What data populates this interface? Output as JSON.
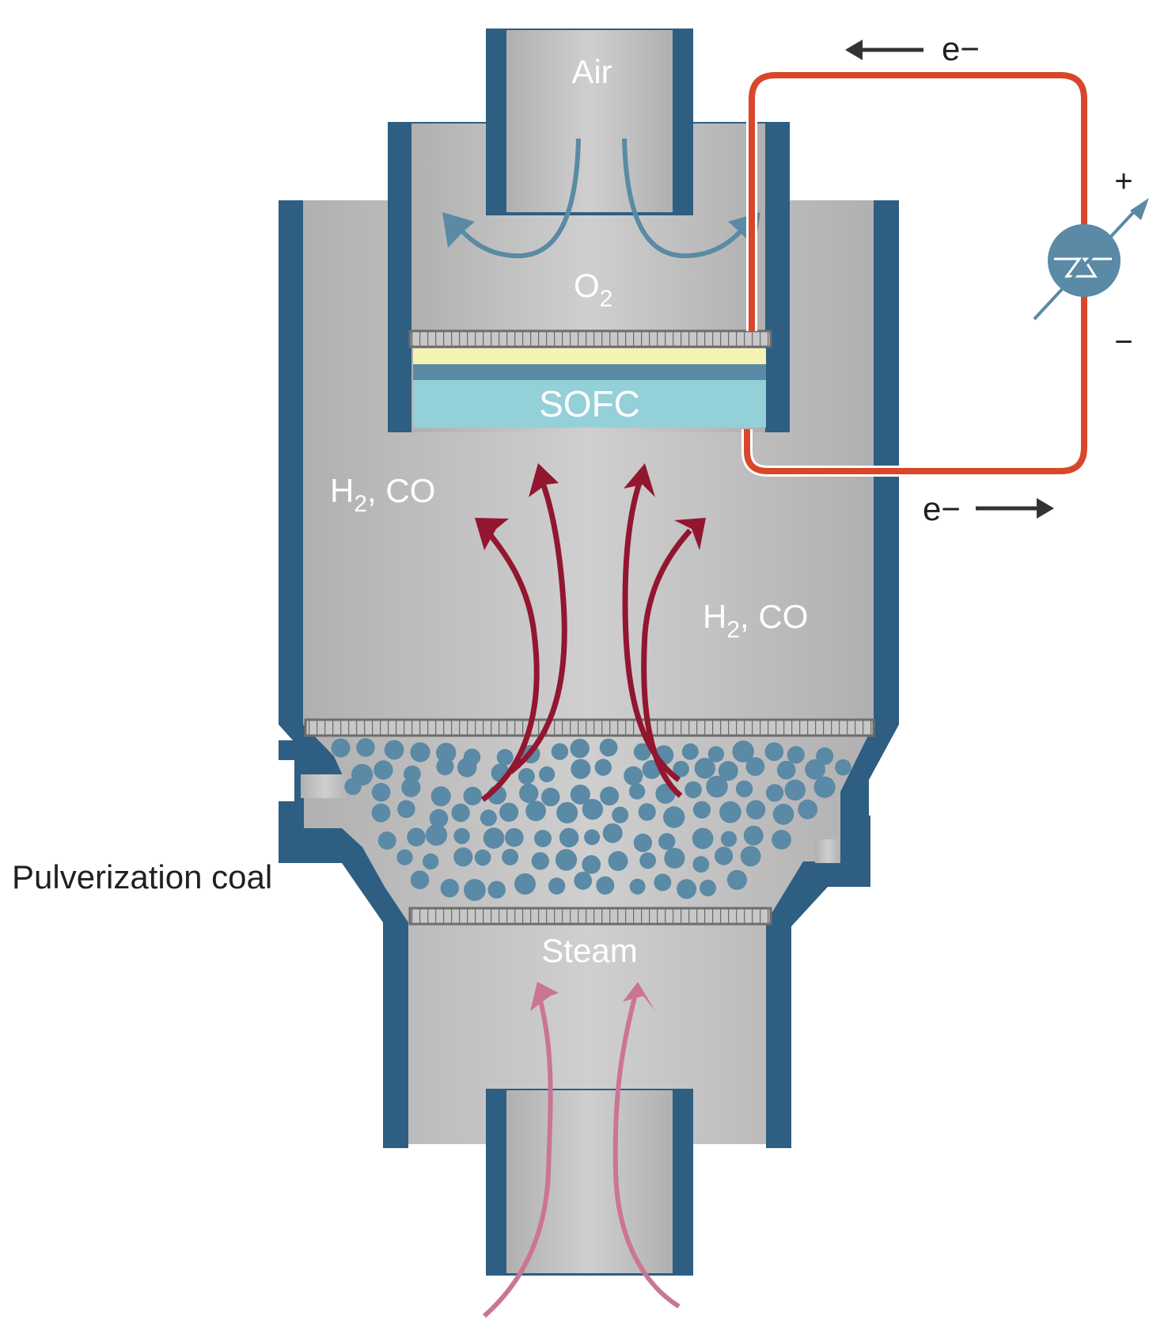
{
  "diagram": {
    "title": "Coal gasification with solid oxide fuel cell (SOFC)",
    "labels": {
      "air": "Air",
      "o2_main": "O",
      "o2_sub": "2",
      "sofc": "SOFC",
      "h2co_left_main": "H",
      "h2co_left_sub": "2",
      "h2co_left_rest": ", CO",
      "h2co_right_main": "H",
      "h2co_right_sub": "2",
      "h2co_right_rest": ", CO",
      "steam": "Steam",
      "coal_feed": "Pulverization coal",
      "electron_top": "e−",
      "electron_bottom": "e−",
      "plus": "+",
      "minus": "−"
    },
    "flows": [
      {
        "name": "air-inflow",
        "medium": "Air",
        "direction": "down"
      },
      {
        "name": "o2-distribution",
        "medium": "O2",
        "direction": "outward"
      },
      {
        "name": "syngas-flow",
        "medium": "H2, CO",
        "direction": "up"
      },
      {
        "name": "steam-inflow",
        "medium": "Steam",
        "direction": "up"
      },
      {
        "name": "electron-flow-top",
        "medium": "e-",
        "direction": "left"
      },
      {
        "name": "electron-flow-bottom",
        "medium": "e-",
        "direction": "right"
      }
    ],
    "components": [
      "air inlet pipe",
      "cathode chamber",
      "SOFC stack",
      "gasifier chamber",
      "coal bed",
      "steam inlet pipe",
      "external circuit",
      "variable load"
    ],
    "colors": {
      "wall": "#2e5e82",
      "chamber_light": "#d0cfcf",
      "chamber_dark": "#b1b0b1",
      "particle": "#5a8aa5",
      "o2_arrow": "#5a8aa5",
      "syngas_arrow": "#92162f",
      "steam_arrow": "#cb7594",
      "circuit": "#d9472a",
      "sofc_cathode": "#f4f3b2",
      "sofc_electrolyte": "#5a8aa5",
      "sofc_anode": "#94d0d8",
      "mesh": "#6d6d6d",
      "text_dark": "#231f20"
    }
  }
}
